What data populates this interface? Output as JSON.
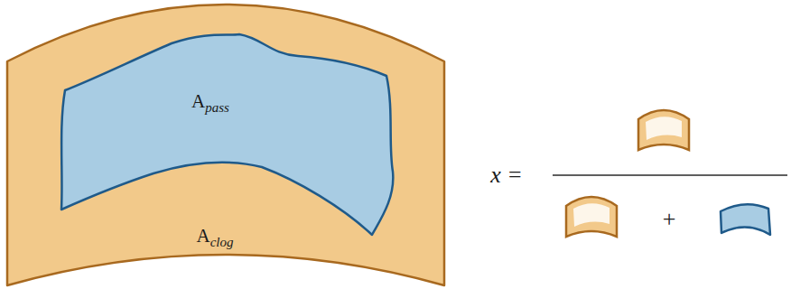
{
  "diagram": {
    "nodes": [
      {
        "text": [
          "Aclog"
        ]
      },
      {
        "text": [
          "Apass"
        ],
        "in": 0
      }
    ],
    "labels": [
      "x =",
      "+"
    ]
  }
}
